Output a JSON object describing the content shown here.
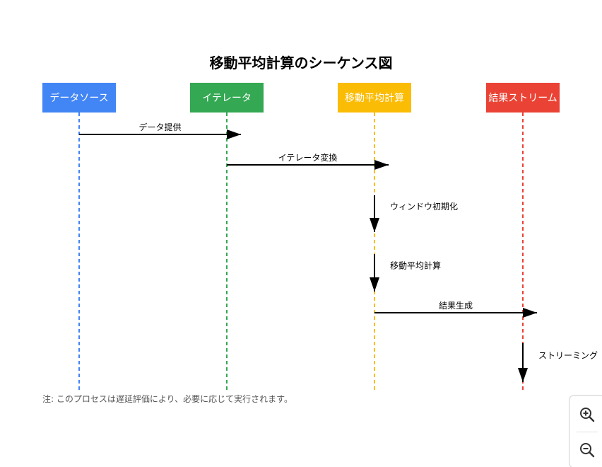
{
  "diagram": {
    "title": "移動平均計算のシーケンス図",
    "participants": [
      {
        "id": "source",
        "label": "データソース",
        "color": "#4285F4"
      },
      {
        "id": "iterator",
        "label": "イテレータ",
        "color": "#34A853"
      },
      {
        "id": "mavg",
        "label": "移動平均計算",
        "color": "#FBBC05"
      },
      {
        "id": "stream",
        "label": "結果ストリーム",
        "color": "#EA4335"
      }
    ],
    "messages": [
      {
        "from": "source",
        "to": "iterator",
        "label": "データ提供"
      },
      {
        "from": "iterator",
        "to": "mavg",
        "label": "イテレータ変換"
      },
      {
        "from": "mavg",
        "to": "mavg",
        "label": "ウィンドウ初期化"
      },
      {
        "from": "mavg",
        "to": "mavg",
        "label": "移動平均計算"
      },
      {
        "from": "mavg",
        "to": "stream",
        "label": "結果生成"
      },
      {
        "from": "stream",
        "to": "stream",
        "label": "ストリーミング"
      }
    ],
    "note": "注: このプロセスは遅延評価により、必要に応じて実行されます。"
  },
  "zoom_controls": {
    "zoom_in_icon": "zoom-in-icon",
    "zoom_out_icon": "zoom-out-icon"
  }
}
